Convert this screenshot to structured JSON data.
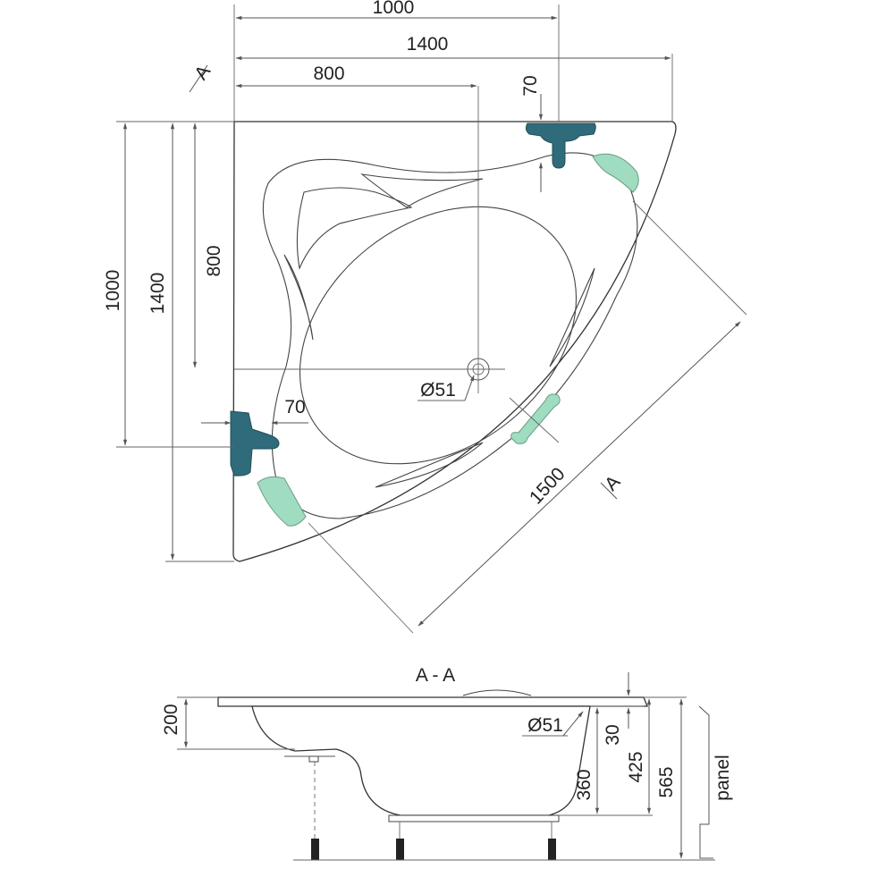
{
  "plan": {
    "dims": {
      "top_1000": "1000",
      "top_1400": "1400",
      "top_800": "800",
      "top_70": "70",
      "left_1000": "1000",
      "left_1400": "1400",
      "left_800": "800",
      "mid_70": "70",
      "drain": "Ø51",
      "diag_1500": "1500"
    },
    "section_marks": [
      "A",
      "A"
    ]
  },
  "section": {
    "title": "A - A",
    "dims": {
      "d200": "200",
      "d51": "Ø51",
      "d30": "30",
      "d425": "425",
      "d360": "360",
      "d565": "565",
      "panel": "panel"
    }
  },
  "colors": {
    "faucet": "#2f6b7a",
    "headrest": "#9fdcc0",
    "outline": "#333333"
  }
}
